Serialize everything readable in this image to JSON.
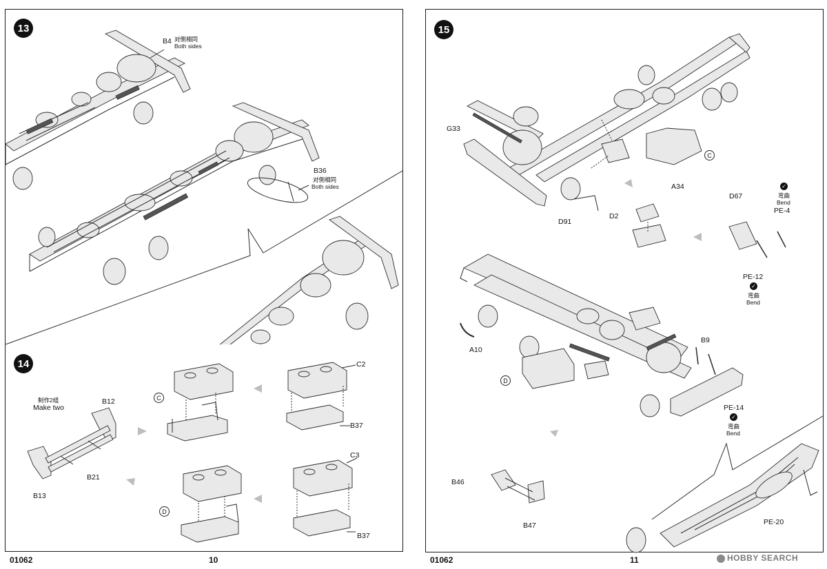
{
  "steps": {
    "s13": {
      "number": "13",
      "labels": {
        "b4": "B4",
        "b4_cn": "对侧相同",
        "b4_en": "Both sides",
        "b36": "B36",
        "b36_cn": "对侧相同",
        "b36_en": "Both sides"
      }
    },
    "s14": {
      "number": "14",
      "labels": {
        "make_cn": "制作2组",
        "make_en": "Make two",
        "b12": "B12",
        "b13": "B13",
        "b21": "B21",
        "c2": "C2",
        "c3": "C3",
        "b37a": "B37",
        "b37b": "B37",
        "mark_c": "C",
        "mark_d": "D"
      }
    },
    "s15": {
      "number": "15",
      "labels": {
        "g33": "G33",
        "d91": "D91",
        "d2": "D2",
        "a34": "A34",
        "d67": "D67",
        "pe4": "PE-4",
        "pe12": "PE-12",
        "a10": "A10",
        "b9": "B9",
        "pe14": "PE-14",
        "b46": "B46",
        "b47": "B47",
        "pe20": "PE-20",
        "mark_c": "C",
        "mark_d": "D",
        "bend_cn": "弯曲",
        "bend_en": "Bend"
      }
    }
  },
  "footer": {
    "left_code": "01062",
    "left_page": "10",
    "right_code": "01062",
    "right_page": "11"
  },
  "watermark": "HOBBY SEARCH",
  "bend_icon": "check-icon"
}
